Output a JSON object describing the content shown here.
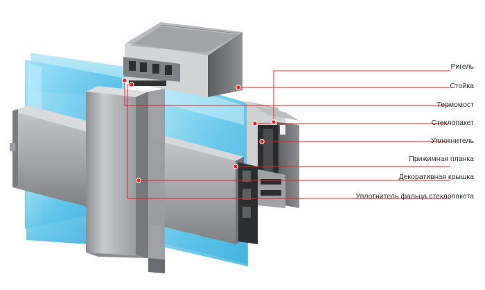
{
  "labels": [
    "Ригель",
    "Стойка",
    "Термомост",
    "Стеклопакет",
    "Уплотнитель",
    "Прижимная планка",
    "Декоративная крышка",
    "Уплотнитель фальца стеклопакета"
  ],
  "colors": {
    "glass": "#5fc4e8",
    "glass_light": "#a9e3f6",
    "aluminum": "#a9aaad",
    "aluminum_dark": "#6e7073",
    "leader": "#d8262c",
    "text": "#2b2b2b"
  }
}
